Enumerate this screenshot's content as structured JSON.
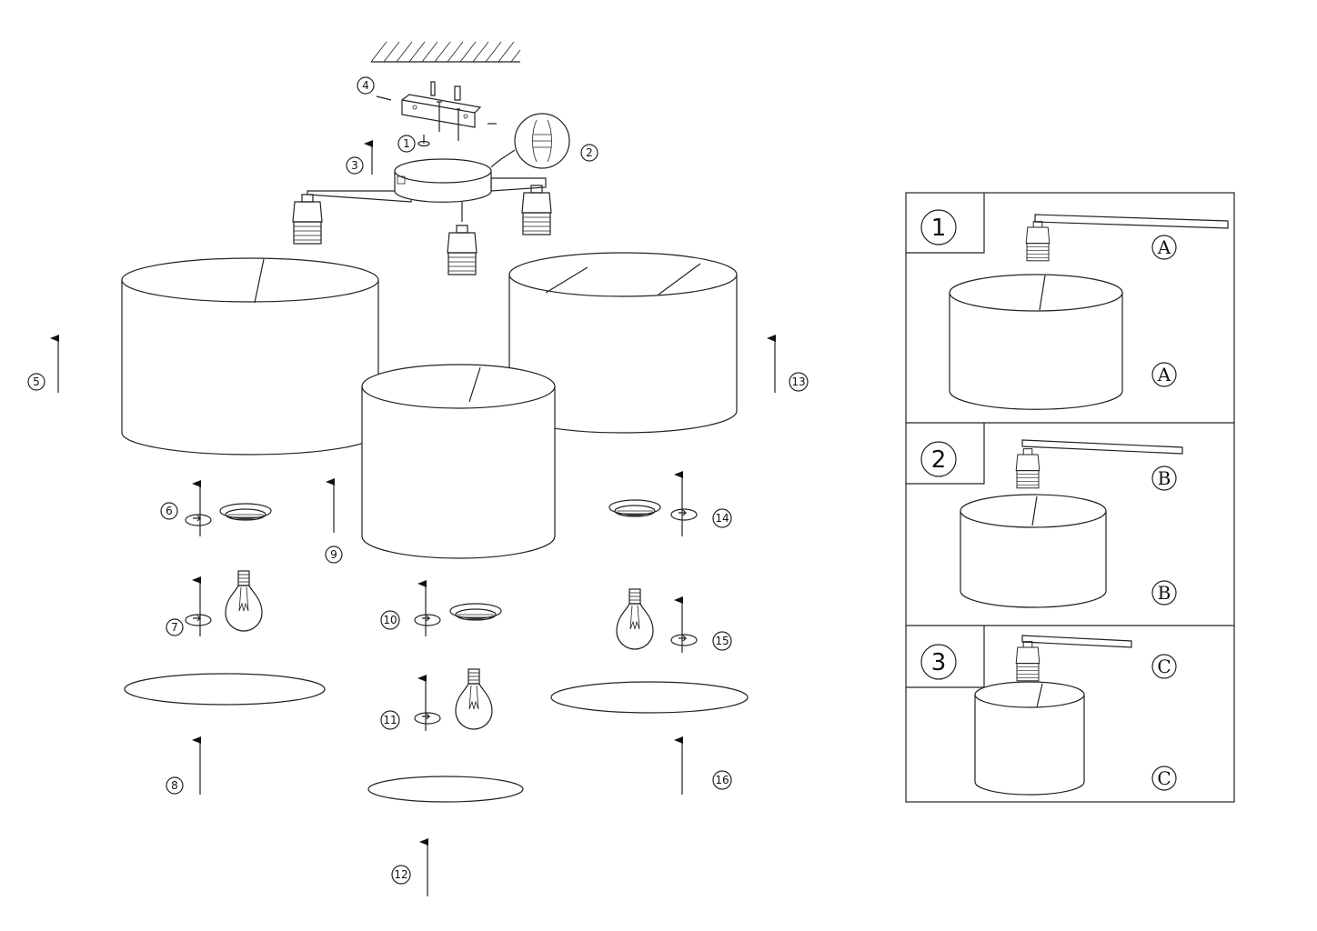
{
  "steps": {
    "s1": "1",
    "s2": "2",
    "s3": "3",
    "s4": "4",
    "s5": "5",
    "s6": "6",
    "s7": "7",
    "s8": "8",
    "s9": "9",
    "s10": "10",
    "s11": "11",
    "s12": "12",
    "s13": "13",
    "s14": "14",
    "s15": "15",
    "s16": "16"
  },
  "legend": {
    "panel1": {
      "number": "1",
      "arm_letter": "A",
      "shade_letter": "A"
    },
    "panel2": {
      "number": "2",
      "arm_letter": "B",
      "shade_letter": "B"
    },
    "panel3": {
      "number": "3",
      "arm_letter": "C",
      "shade_letter": "C"
    }
  }
}
